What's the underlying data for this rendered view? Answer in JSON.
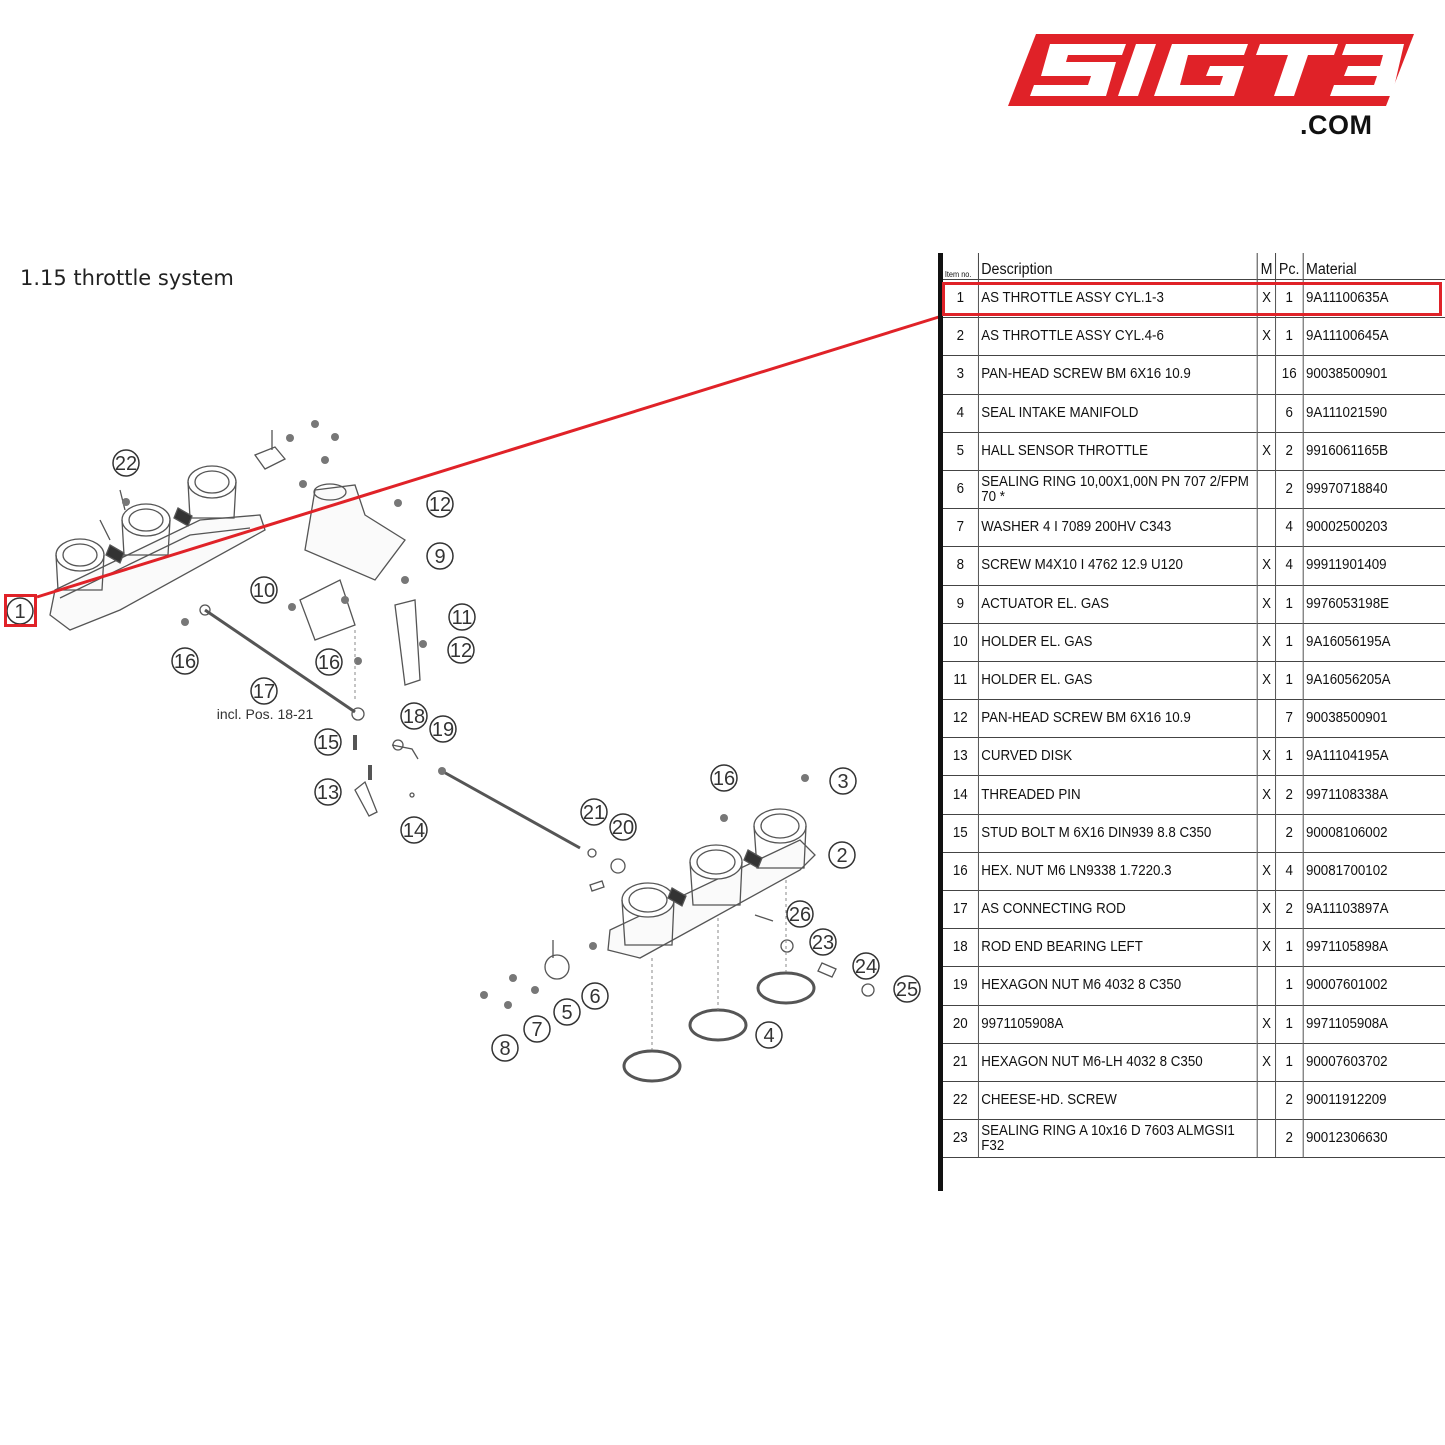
{
  "logo": {
    "text": "5IGT3",
    "suffix": ".COM",
    "color": "#e02228"
  },
  "page_title": "1.15  throttle system",
  "diagram": {
    "callouts": [
      "1",
      "2",
      "3",
      "4",
      "5",
      "6",
      "7",
      "8",
      "9",
      "10",
      "11",
      "12",
      "12",
      "13",
      "14",
      "15",
      "16",
      "16",
      "16",
      "17",
      "18",
      "19",
      "20",
      "21",
      "22",
      "23",
      "24",
      "25",
      "26"
    ],
    "note": "incl. Pos. 18-21"
  },
  "table": {
    "headers": {
      "item": "Item no.",
      "description": "Description",
      "m": "M",
      "pc": "Pc.",
      "material": "Material"
    },
    "rows": [
      {
        "item": "1",
        "description": "AS THROTTLE ASSY CYL.1-3",
        "m": "X",
        "pc": "1",
        "material": "9A11100635A"
      },
      {
        "item": "2",
        "description": "AS THROTTLE ASSY CYL.4-6",
        "m": "X",
        "pc": "1",
        "material": "9A11100645A"
      },
      {
        "item": "3",
        "description": "PAN-HEAD SCREW BM 6X16 10.9",
        "m": "",
        "pc": "16",
        "material": "90038500901"
      },
      {
        "item": "4",
        "description": "SEAL INTAKE MANIFOLD",
        "m": "",
        "pc": "6",
        "material": "9A111021590"
      },
      {
        "item": "5",
        "description": "HALL SENSOR THROTTLE",
        "m": "X",
        "pc": "2",
        "material": "9916061165B"
      },
      {
        "item": "6",
        "description": "SEALING RING 10,00X1,00N PN 707 2/FPM 70 *",
        "m": "",
        "pc": "2",
        "material": "99970718840"
      },
      {
        "item": "7",
        "description": "WASHER 4 I 7089 200HV C343",
        "m": "",
        "pc": "4",
        "material": "90002500203"
      },
      {
        "item": "8",
        "description": "SCREW M4X10 I 4762 12.9 U120",
        "m": "X",
        "pc": "4",
        "material": "99911901409"
      },
      {
        "item": "9",
        "description": "ACTUATOR EL. GAS",
        "m": "X",
        "pc": "1",
        "material": "9976053198E"
      },
      {
        "item": "10",
        "description": "HOLDER EL. GAS",
        "m": "X",
        "pc": "1",
        "material": "9A16056195A"
      },
      {
        "item": "11",
        "description": "HOLDER EL. GAS",
        "m": "X",
        "pc": "1",
        "material": "9A16056205A"
      },
      {
        "item": "12",
        "description": "PAN-HEAD SCREW BM 6X16 10.9",
        "m": "",
        "pc": "7",
        "material": "90038500901"
      },
      {
        "item": "13",
        "description": "CURVED DISK",
        "m": "X",
        "pc": "1",
        "material": "9A11104195A"
      },
      {
        "item": "14",
        "description": "THREADED PIN",
        "m": "X",
        "pc": "2",
        "material": "9971108338A"
      },
      {
        "item": "15",
        "description": "STUD BOLT M 6X16 DIN939 8.8 C350",
        "m": "",
        "pc": "2",
        "material": "90008106002"
      },
      {
        "item": "16",
        "description": "HEX. NUT M6 LN9338 1.7220.3",
        "m": "X",
        "pc": "4",
        "material": "90081700102"
      },
      {
        "item": "17",
        "description": "AS CONNECTING ROD",
        "m": "X",
        "pc": "2",
        "material": "9A11103897A"
      },
      {
        "item": "18",
        "description": "ROD END BEARING LEFT",
        "m": "X",
        "pc": "1",
        "material": "9971105898A"
      },
      {
        "item": "19",
        "description": "HEXAGON NUT M6 4032 8 C350",
        "m": "",
        "pc": "1",
        "material": "90007601002"
      },
      {
        "item": "20",
        "description": "9971105908A",
        "m": "X",
        "pc": "1",
        "material": "9971105908A"
      },
      {
        "item": "21",
        "description": "HEXAGON NUT M6-LH 4032 8 C350",
        "m": "X",
        "pc": "1",
        "material": "90007603702"
      },
      {
        "item": "22",
        "description": "CHEESE-HD. SCREW",
        "m": "",
        "pc": "2",
        "material": "90011912209"
      },
      {
        "item": "23",
        "description": "SEALING RING A 10x16 D 7603 ALMGSI1 F32",
        "m": "",
        "pc": "2",
        "material": "90012306630"
      }
    ]
  },
  "highlight_color": "#e02228"
}
